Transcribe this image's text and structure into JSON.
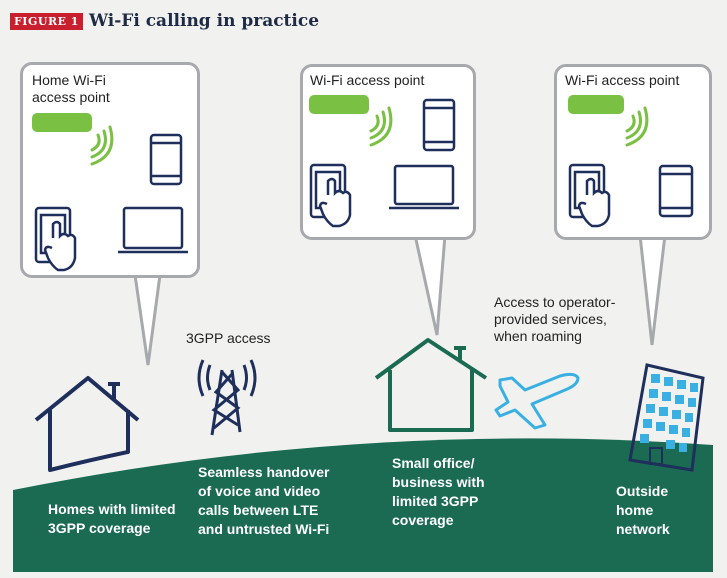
{
  "figure": {
    "badge": "FIGURE 1",
    "title": "Wi-Fi calling in practice"
  },
  "bubbles": [
    {
      "label_line1": "Home Wi-Fi",
      "label_line2": "access point"
    },
    {
      "label_line1": "Wi-Fi access point",
      "label_line2": ""
    },
    {
      "label_line1": "Wi-Fi access point",
      "label_line2": ""
    }
  ],
  "captions": {
    "gpp_access": "3GPP access",
    "operator_line1": "Access to operator-",
    "operator_line2": "provided services,",
    "operator_line3": "when roaming"
  },
  "ground": {
    "homes_line1": "Homes with limited",
    "homes_line2": "3GPP coverage",
    "handover_line1": "Seamless handover",
    "handover_line2": "of voice and video",
    "handover_line3": "calls between LTE",
    "handover_line4": "and untrusted Wi-Fi",
    "office_line1": "Small office/",
    "office_line2": "business with",
    "office_line3": "limited 3GPP",
    "office_line4": "coverage",
    "outside_line1": "Outside",
    "outside_line2": "home",
    "outside_line3": "network"
  },
  "colors": {
    "background": "#f1f2f0",
    "ground": "#1a6b52",
    "navy": "#1f2f5c",
    "green_ap": "#7ac143",
    "dark_green": "#1a6b52",
    "plane": "#3ab0e2",
    "bubble_border": "#a7a9ac",
    "badge": "#c8202f"
  }
}
